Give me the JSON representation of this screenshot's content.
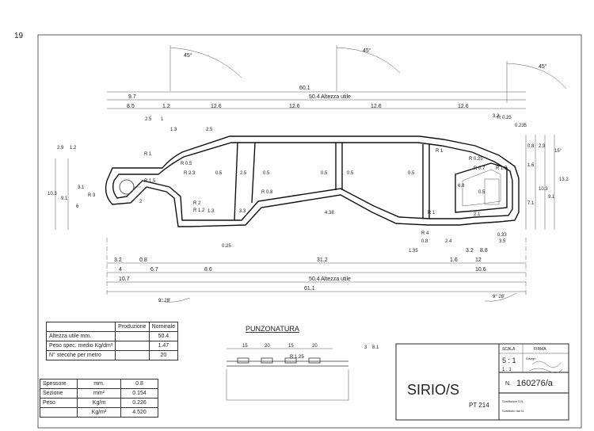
{
  "corner_mark": "19",
  "profile": {
    "name": "SIRIO/S",
    "code": "PT 214",
    "drawing_number_label": "N.",
    "drawing_number": "160276/a",
    "scale_label": "SCALA",
    "scale_value": "5 : 1",
    "scale_value_small": "1 : 1",
    "signature_label": "FIRMA",
    "note_1": "Disegn.",
    "note_2": "Sostituisce il N.",
    "note_3": "Sostituito dal N."
  },
  "properties_table": {
    "headers": [
      "",
      "Produzione",
      "Nominale"
    ],
    "rows": [
      [
        "Altezza  utile      mm.",
        "",
        "50.4"
      ],
      [
        "Peso  spec. medio Kg/dm³",
        "",
        "1.47"
      ],
      [
        "N° stecche  per  metro",
        "",
        "20"
      ]
    ]
  },
  "specs_table": {
    "rows": [
      [
        "Spessore",
        "mm.",
        "0.8"
      ],
      [
        "Sezione",
        "mm²",
        "0.154"
      ],
      [
        "Peso",
        "Kg/m",
        "0.226"
      ],
      [
        "",
        "Kg/m²",
        "4.520"
      ]
    ]
  },
  "punch_section": {
    "title": "PUNZONATURA",
    "spacings": [
      "15",
      "20",
      "15",
      "20"
    ],
    "radius": "R 1.25",
    "dims": [
      "8.1",
      "3"
    ]
  },
  "dimensions": {
    "angle_top": "45°",
    "angle_bottom": "9° 28'",
    "angle_small": "15°",
    "overall_top": "60.1",
    "overall_bottom": "61.1",
    "useful_height_top": "50.4   Altezza  utile",
    "useful_height_bottom": "50.4   Altezza  utile",
    "top_segments": [
      "9.7",
      "8.5",
      "1.2",
      "12.6",
      "12.6",
      "12.6",
      "12.6",
      "3.2",
      "0.235"
    ],
    "top_small": [
      "2.5",
      "1",
      "1.3",
      "2.5"
    ],
    "bottom_row1": [
      "3.2",
      "0.8",
      "31.2",
      "1.6",
      "3.2",
      "12",
      "1.35"
    ],
    "bottom_row2": [
      "4",
      "6.7",
      "8.6",
      "10.6"
    ],
    "bottom_row3": [
      "10.7",
      "8.8",
      "0.8",
      "2.4",
      "3.5"
    ],
    "left_vertical": [
      "10.3",
      "9.1",
      "6",
      "2.9",
      "1.2",
      "3.1"
    ],
    "right_vertical": [
      "0.8",
      "2.9",
      "1.6",
      "10.3",
      "9.1",
      "13.2",
      "7.1"
    ],
    "radii": [
      "R 1",
      "R 0.5",
      "R 2.3",
      "R 1.5",
      "R 3",
      "R 2",
      "R 1.2",
      "R 0.8",
      "R 0.25",
      "R 1",
      "R 0.7",
      "R 1.7",
      "R 0.25",
      "R 4",
      "R 1"
    ],
    "inner": [
      "0.5",
      "2.5",
      "0.5",
      "0.5",
      "0.5",
      "0.5",
      "4.38",
      "6.8",
      "0.5",
      "0.33",
      "2.1",
      "0.25",
      "1.3",
      "3.3",
      "2"
    ]
  }
}
